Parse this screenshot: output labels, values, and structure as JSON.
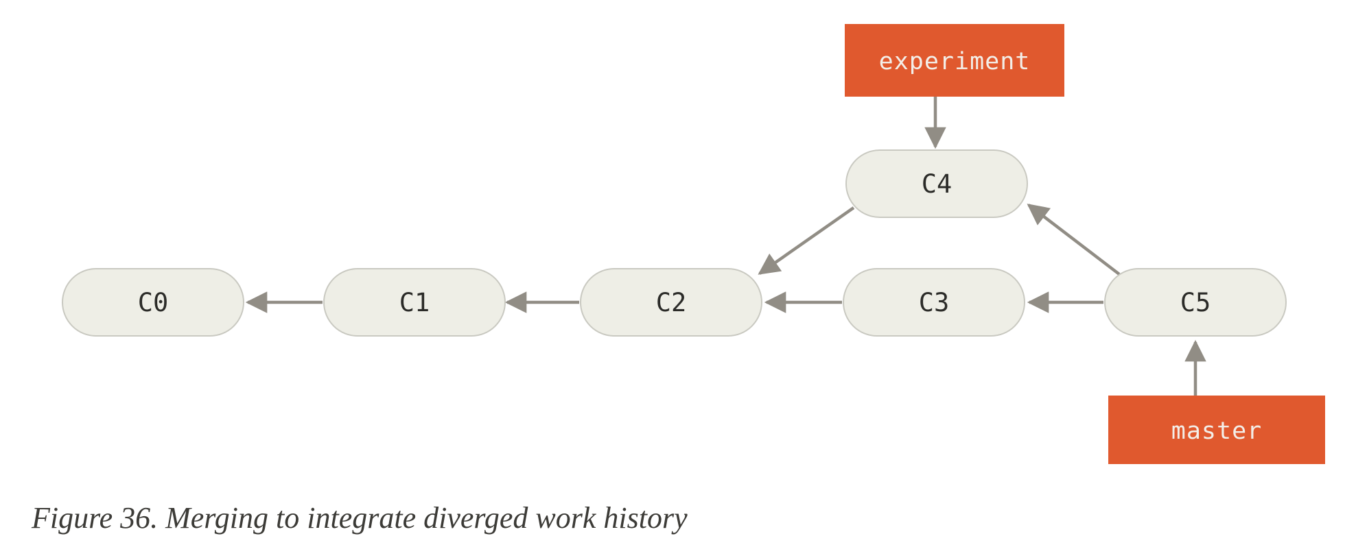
{
  "figure": {
    "caption": "Figure 36. Merging to integrate diverged work history"
  },
  "graph": {
    "type": "git-commit-graph",
    "commits": [
      {
        "id": "c0",
        "label": "C0"
      },
      {
        "id": "c1",
        "label": "C1"
      },
      {
        "id": "c2",
        "label": "C2"
      },
      {
        "id": "c3",
        "label": "C3"
      },
      {
        "id": "c4",
        "label": "C4"
      },
      {
        "id": "c5",
        "label": "C5"
      }
    ],
    "edges": [
      {
        "from": "C1",
        "to": "C0"
      },
      {
        "from": "C2",
        "to": "C1"
      },
      {
        "from": "C3",
        "to": "C2"
      },
      {
        "from": "C4",
        "to": "C2"
      },
      {
        "from": "C5",
        "to": "C3"
      },
      {
        "from": "C5",
        "to": "C4"
      },
      {
        "from": "experiment",
        "to": "C4"
      },
      {
        "from": "master",
        "to": "C5"
      }
    ],
    "branches": [
      {
        "name": "experiment",
        "points_to": "C4"
      },
      {
        "name": "master",
        "points_to": "C5"
      }
    ]
  },
  "theme": {
    "bg": "#ffffff",
    "branch-fill": "#e0592e",
    "branch-text": "#f3eee8",
    "node-fill": "#eeeee6",
    "node-border": "#c9c9c1",
    "node-text": "#2b2b28",
    "arrow": "#918d85",
    "caption-color": "#3c3b37"
  }
}
